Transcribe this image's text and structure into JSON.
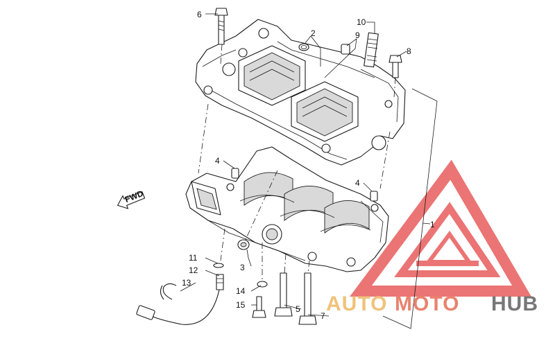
{
  "diagram": {
    "direction_label": "FWD",
    "callouts": [
      {
        "id": "c1",
        "text": "1"
      },
      {
        "id": "c2",
        "text": "2"
      },
      {
        "id": "c3",
        "text": "3"
      },
      {
        "id": "c4a",
        "text": "4"
      },
      {
        "id": "c4b",
        "text": "4"
      },
      {
        "id": "c5",
        "text": "5"
      },
      {
        "id": "c6",
        "text": "6"
      },
      {
        "id": "c7",
        "text": "7"
      },
      {
        "id": "c8",
        "text": "8"
      },
      {
        "id": "c9",
        "text": "9"
      },
      {
        "id": "c10",
        "text": "10"
      },
      {
        "id": "c11",
        "text": "11"
      },
      {
        "id": "c12",
        "text": "12"
      },
      {
        "id": "c13",
        "text": "13"
      },
      {
        "id": "c14",
        "text": "14"
      },
      {
        "id": "c15",
        "text": "15"
      }
    ]
  },
  "watermark": {
    "part1": "AUTO",
    "part2": "MOTO",
    "part3": "HUB",
    "color_light": "#f0c27a",
    "color_mid": "#e9826e",
    "color_dark": "#777777"
  }
}
